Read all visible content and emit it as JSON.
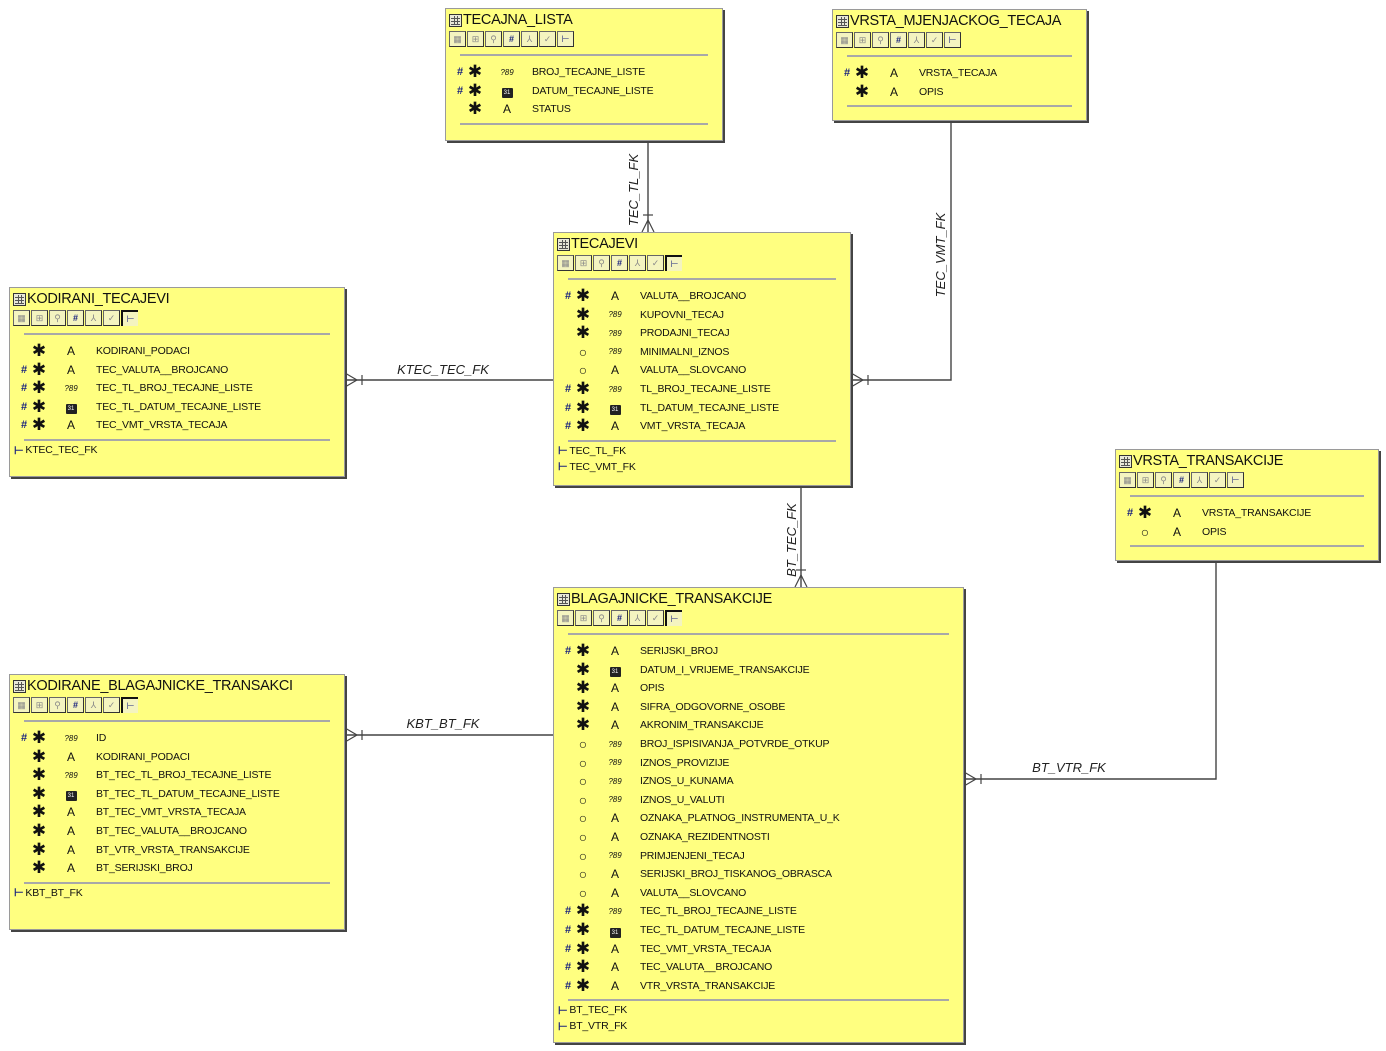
{
  "diagram": {
    "colors": {
      "entity_fill": "#ffff80",
      "entity_border": "#9a9a9a",
      "pk_marker": "#1a237e",
      "line": "#444444",
      "background": "#ffffff"
    },
    "legend_icons": {
      "pk": "hash-icon",
      "mandatory": "asterisk-icon",
      "optional": "circle-icon",
      "type_varchar": "letter-a-icon",
      "type_number": "number-icon",
      "type_date": "calendar-icon",
      "fk": "fk-arrow-icon"
    },
    "toolbar_buttons": [
      "columns-icon",
      "indexes-icon",
      "binoculars-icon",
      "hash-icon",
      "relations-icon",
      "check-icon",
      "fk-icon"
    ],
    "entities": [
      {
        "id": "tecajna_lista",
        "name": "TECAJNA_LISTA",
        "columns": [
          {
            "pk": true,
            "required": true,
            "type": "number",
            "name": "BROJ_TECAJNE_LISTE"
          },
          {
            "pk": true,
            "required": true,
            "type": "date",
            "name": "DATUM_TECAJNE_LISTE"
          },
          {
            "pk": false,
            "required": true,
            "type": "varchar",
            "name": "STATUS"
          }
        ],
        "foreign_keys": []
      },
      {
        "id": "vrsta_mjenjackog_tecaja",
        "name": "VRSTA_MJENJACKOG_TECAJA",
        "columns": [
          {
            "pk": true,
            "required": true,
            "type": "varchar",
            "name": "VRSTA_TECAJA"
          },
          {
            "pk": false,
            "required": true,
            "type": "varchar",
            "name": "OPIS"
          }
        ],
        "foreign_keys": []
      },
      {
        "id": "tecajevi",
        "name": "TECAJEVI",
        "columns": [
          {
            "pk": true,
            "required": true,
            "type": "varchar",
            "name": "VALUTA__BROJCANO"
          },
          {
            "pk": false,
            "required": true,
            "type": "number",
            "name": "KUPOVNI_TECAJ"
          },
          {
            "pk": false,
            "required": true,
            "type": "number",
            "name": "PRODAJNI_TECAJ"
          },
          {
            "pk": false,
            "required": false,
            "type": "number",
            "name": "MINIMALNI_IZNOS"
          },
          {
            "pk": false,
            "required": false,
            "type": "varchar",
            "name": "VALUTA__SLOVCANO"
          },
          {
            "pk": true,
            "required": true,
            "type": "number",
            "name": "TL_BROJ_TECAJNE_LISTE"
          },
          {
            "pk": true,
            "required": true,
            "type": "date",
            "name": "TL_DATUM_TECAJNE_LISTE"
          },
          {
            "pk": true,
            "required": true,
            "type": "varchar",
            "name": "VMT_VRSTA_TECAJA"
          }
        ],
        "foreign_keys": [
          "TEC_TL_FK",
          "TEC_VMT_FK"
        ]
      },
      {
        "id": "kodirani_tecajevi",
        "name": "KODIRANI_TECAJEVI",
        "columns": [
          {
            "pk": false,
            "required": true,
            "type": "varchar",
            "name": "KODIRANI_PODACI"
          },
          {
            "pk": true,
            "required": true,
            "type": "varchar",
            "name": "TEC_VALUTA__BROJCANO"
          },
          {
            "pk": true,
            "required": true,
            "type": "number",
            "name": "TEC_TL_BROJ_TECAJNE_LISTE"
          },
          {
            "pk": true,
            "required": true,
            "type": "date",
            "name": "TEC_TL_DATUM_TECAJNE_LISTE"
          },
          {
            "pk": true,
            "required": true,
            "type": "varchar",
            "name": "TEC_VMT_VRSTA_TECAJA"
          }
        ],
        "foreign_keys": [
          "KTEC_TEC_FK"
        ]
      },
      {
        "id": "vrsta_transakcije",
        "name": "VRSTA_TRANSAKCIJE",
        "columns": [
          {
            "pk": true,
            "required": true,
            "type": "varchar",
            "name": "VRSTA_TRANSAKCIJE"
          },
          {
            "pk": false,
            "required": false,
            "type": "varchar",
            "name": "OPIS"
          }
        ],
        "foreign_keys": []
      },
      {
        "id": "blagajnicke_transakcije",
        "name": "BLAGAJNICKE_TRANSAKCIJE",
        "columns": [
          {
            "pk": true,
            "required": true,
            "type": "varchar",
            "name": "SERIJSKI_BROJ"
          },
          {
            "pk": false,
            "required": true,
            "type": "date",
            "name": "DATUM_I_VRIJEME_TRANSAKCIJE"
          },
          {
            "pk": false,
            "required": true,
            "type": "varchar",
            "name": "OPIS"
          },
          {
            "pk": false,
            "required": true,
            "type": "varchar",
            "name": "SIFRA_ODGOVORNE_OSOBE"
          },
          {
            "pk": false,
            "required": true,
            "type": "varchar",
            "name": "AKRONIM_TRANSAKCIJE"
          },
          {
            "pk": false,
            "required": false,
            "type": "number",
            "name": "BROJ_ISPISIVANJA_POTVRDE_OTKUP"
          },
          {
            "pk": false,
            "required": false,
            "type": "number",
            "name": "IZNOS_PROVIZIJE"
          },
          {
            "pk": false,
            "required": false,
            "type": "number",
            "name": "IZNOS_U_KUNAMA"
          },
          {
            "pk": false,
            "required": false,
            "type": "number",
            "name": "IZNOS_U_VALUTI"
          },
          {
            "pk": false,
            "required": false,
            "type": "varchar",
            "name": "OZNAKA_PLATNOG_INSTRUMENTA_U_K"
          },
          {
            "pk": false,
            "required": false,
            "type": "varchar",
            "name": "OZNAKA_REZIDENTNOSTI"
          },
          {
            "pk": false,
            "required": false,
            "type": "number",
            "name": "PRIMJENJENI_TECAJ"
          },
          {
            "pk": false,
            "required": false,
            "type": "varchar",
            "name": "SERIJSKI_BROJ_TISKANOG_OBRASCA"
          },
          {
            "pk": false,
            "required": false,
            "type": "varchar",
            "name": "VALUTA__SLOVCANO"
          },
          {
            "pk": true,
            "required": true,
            "type": "number",
            "name": "TEC_TL_BROJ_TECAJNE_LISTE"
          },
          {
            "pk": true,
            "required": true,
            "type": "date",
            "name": "TEC_TL_DATUM_TECAJNE_LISTE"
          },
          {
            "pk": true,
            "required": true,
            "type": "varchar",
            "name": "TEC_VMT_VRSTA_TECAJA"
          },
          {
            "pk": true,
            "required": true,
            "type": "varchar",
            "name": "TEC_VALUTA__BROJCANO"
          },
          {
            "pk": true,
            "required": true,
            "type": "varchar",
            "name": "VTR_VRSTA_TRANSAKCIJE"
          }
        ],
        "foreign_keys": [
          "BT_TEC_FK",
          "BT_VTR_FK"
        ]
      },
      {
        "id": "kodirane_blagajnicke_transakci",
        "name": "KODIRANE_BLAGAJNICKE_TRANSAKCI",
        "columns": [
          {
            "pk": true,
            "required": true,
            "type": "number",
            "name": "ID"
          },
          {
            "pk": false,
            "required": true,
            "type": "varchar",
            "name": "KODIRANI_PODACI"
          },
          {
            "pk": false,
            "required": true,
            "type": "number",
            "name": "BT_TEC_TL_BROJ_TECAJNE_LISTE"
          },
          {
            "pk": false,
            "required": true,
            "type": "date",
            "name": "BT_TEC_TL_DATUM_TECAJNE_LISTE"
          },
          {
            "pk": false,
            "required": true,
            "type": "varchar",
            "name": "BT_TEC_VMT_VRSTA_TECAJA"
          },
          {
            "pk": false,
            "required": true,
            "type": "varchar",
            "name": "BT_TEC_VALUTA__BROJCANO"
          },
          {
            "pk": false,
            "required": true,
            "type": "varchar",
            "name": "BT_VTR_VRSTA_TRANSAKCIJE"
          },
          {
            "pk": false,
            "required": true,
            "type": "varchar",
            "name": "BT_SERIJSKI_BROJ"
          }
        ],
        "foreign_keys": [
          "KBT_BT_FK"
        ]
      }
    ],
    "relationships": [
      {
        "name": "TEC_TL_FK",
        "from": "tecajevi",
        "to": "tecajna_lista"
      },
      {
        "name": "TEC_VMT_FK",
        "from": "tecajevi",
        "to": "vrsta_mjenjackog_tecaja"
      },
      {
        "name": "KTEC_TEC_FK",
        "from": "kodirani_tecajevi",
        "to": "tecajevi"
      },
      {
        "name": "BT_TEC_FK",
        "from": "blagajnicke_transakcije",
        "to": "tecajevi"
      },
      {
        "name": "BT_VTR_FK",
        "from": "blagajnicke_transakcije",
        "to": "vrsta_transakcije"
      },
      {
        "name": "KBT_BT_FK",
        "from": "kodirane_blagajnicke_transakci",
        "to": "blagajnicke_transakcije"
      }
    ]
  }
}
